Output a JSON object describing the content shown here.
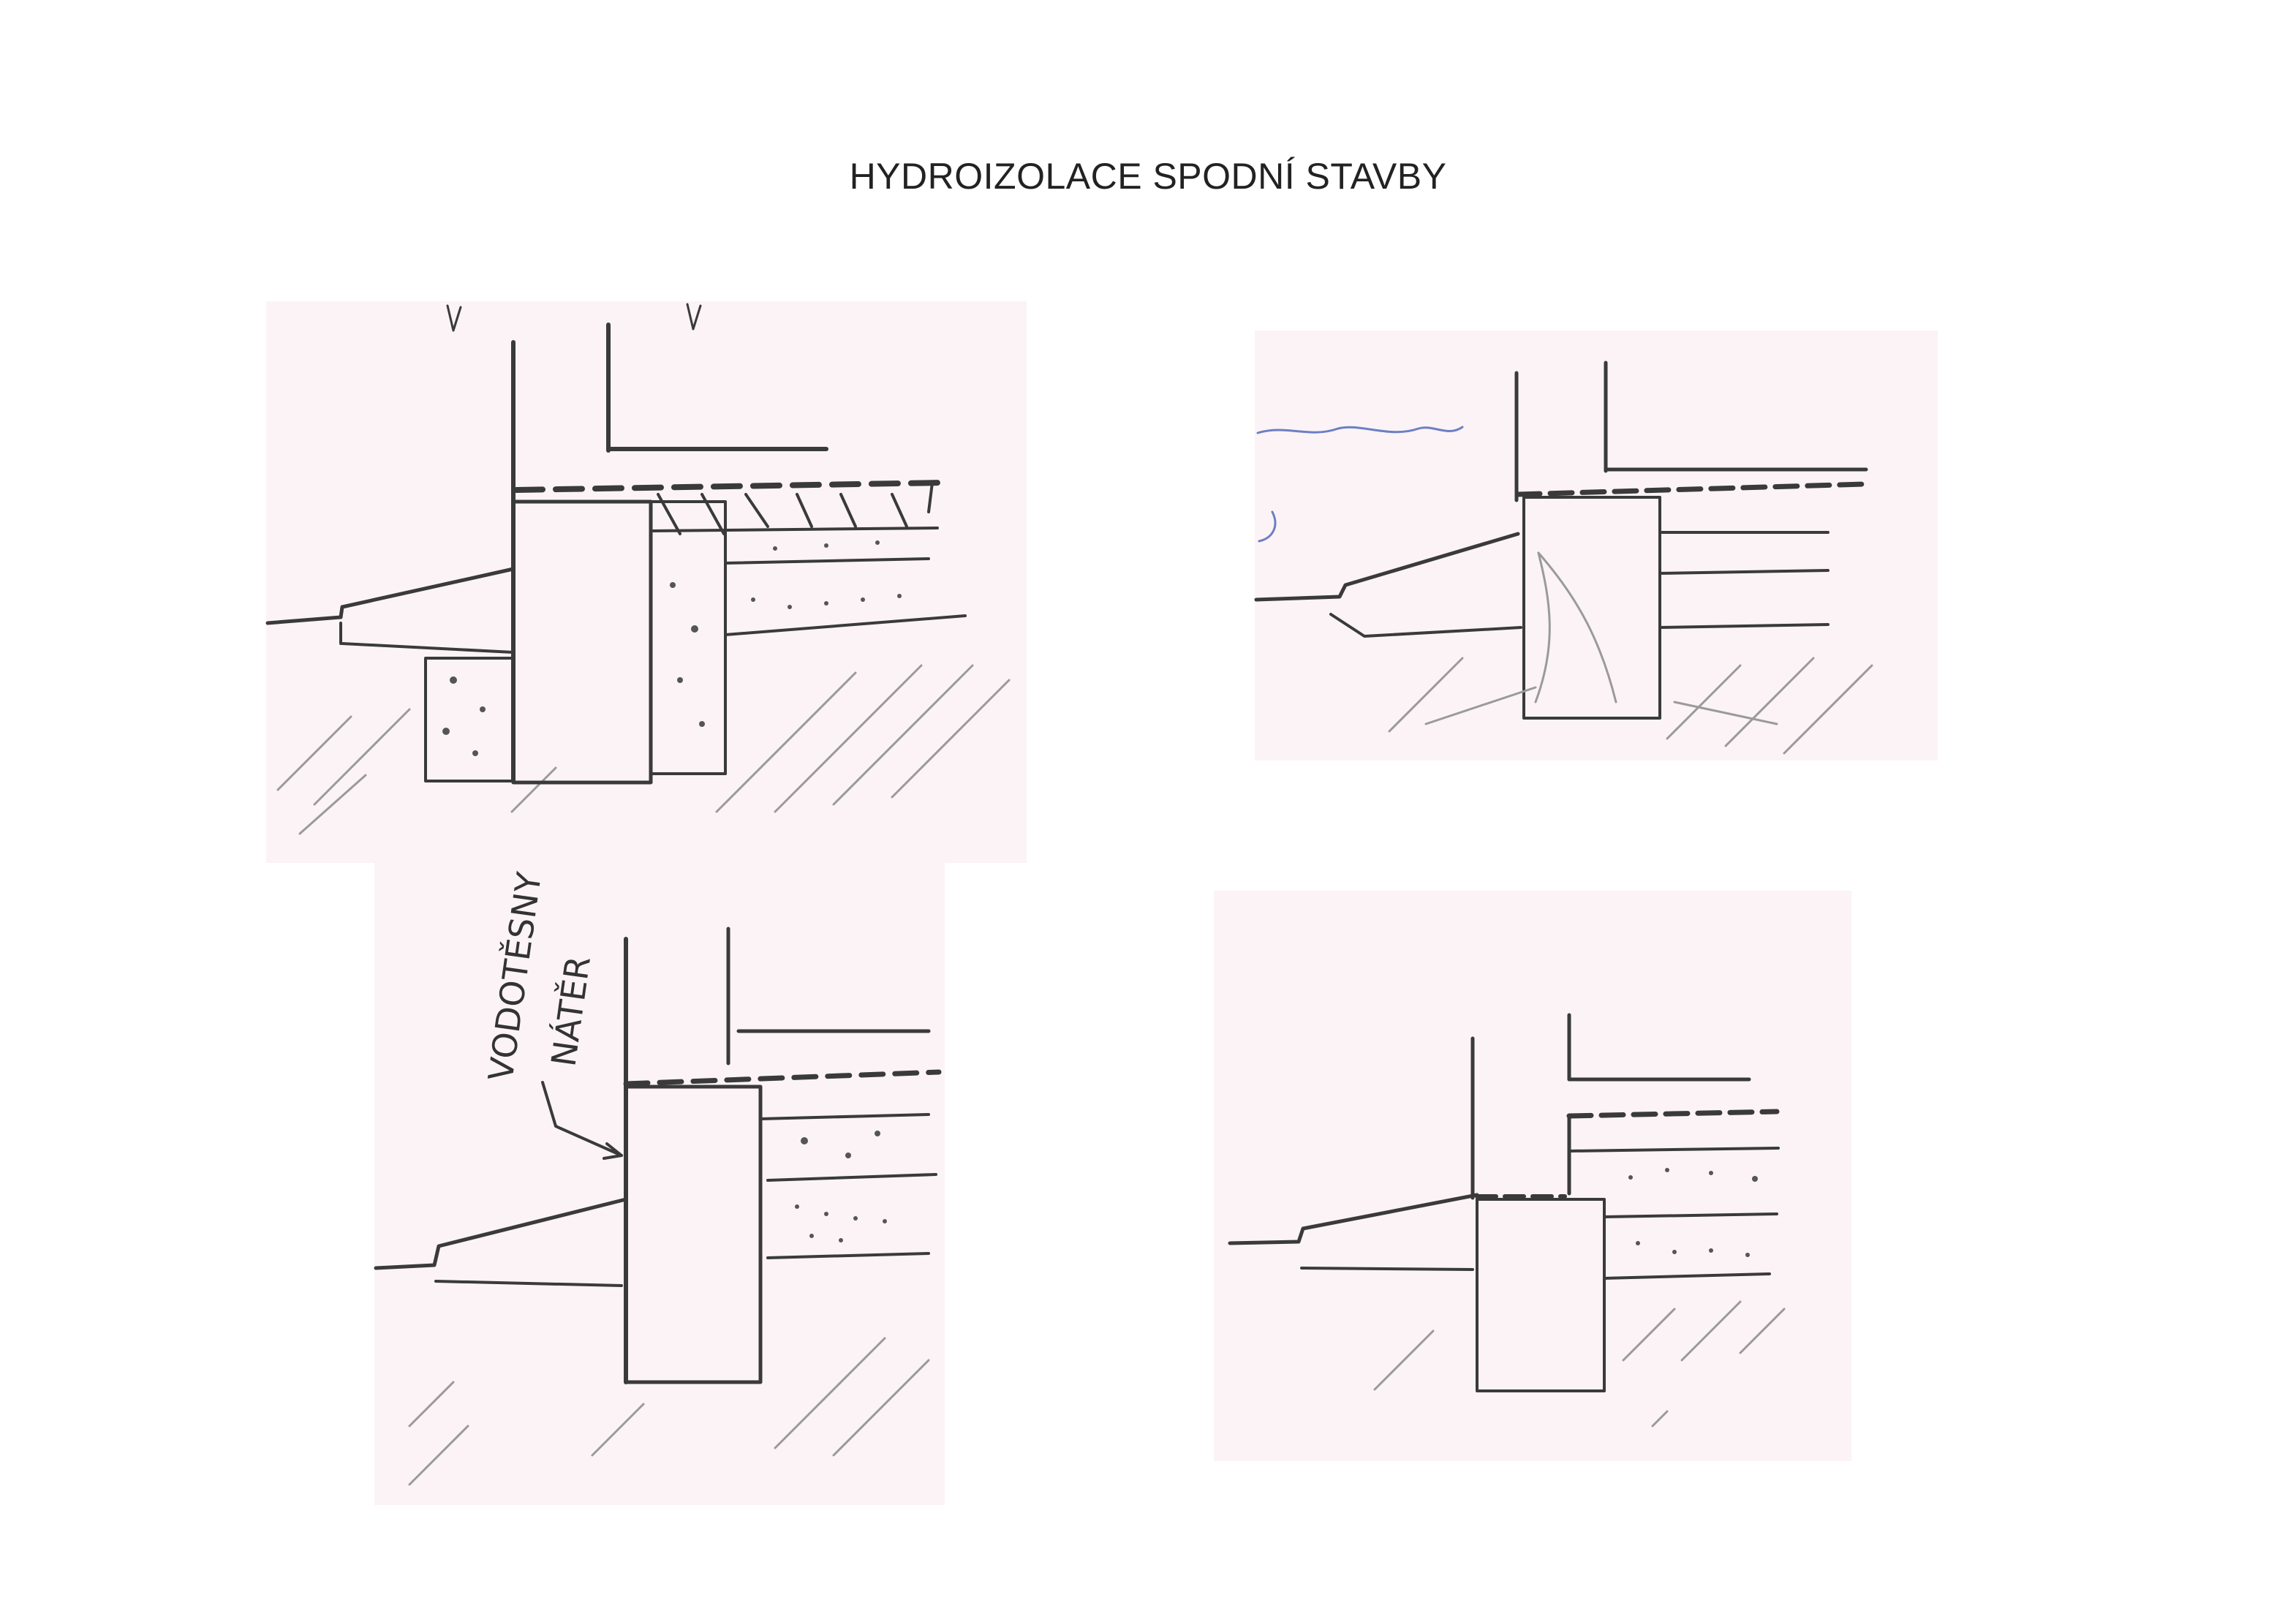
{
  "title": "HYDROIZOLACE SPODNÍ STAVBY",
  "annotations": {
    "label_line1": "VODOTĚSNY",
    "label_line2": "NÁTĚR"
  },
  "colors": {
    "paper": "#ffffff",
    "panel_tint": "#fbf3f6",
    "pencil": "#3a3a3a",
    "blue_ink": "#6b7fc4"
  }
}
